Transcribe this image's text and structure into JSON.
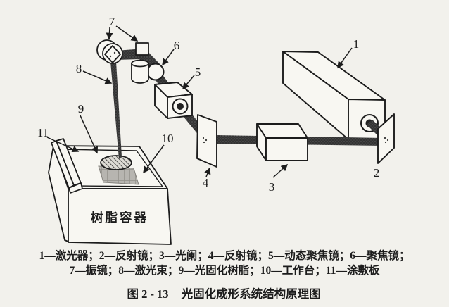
{
  "figure": {
    "type": "book-scan-schematic",
    "labels": {
      "l1": "1",
      "l2": "2",
      "l3": "3",
      "l4": "4",
      "l5": "5",
      "l6": "6",
      "l7": "7",
      "l8": "8",
      "l9": "9",
      "l10": "10",
      "l11": "11"
    },
    "vat_text": "树脂容器",
    "parts": [
      {
        "num": "1",
        "name": "激光器"
      },
      {
        "num": "2",
        "name": "反射镜"
      },
      {
        "num": "3",
        "name": "光阑"
      },
      {
        "num": "4",
        "name": "反射镜"
      },
      {
        "num": "5",
        "name": "动态聚焦镜"
      },
      {
        "num": "6",
        "name": "聚焦镜"
      },
      {
        "num": "7",
        "name": "振镜"
      },
      {
        "num": "8",
        "name": "激光束"
      },
      {
        "num": "9",
        "name": "光固化树脂"
      },
      {
        "num": "10",
        "name": "工作台"
      },
      {
        "num": "11",
        "name": "涂敷板"
      }
    ],
    "legend_line1": "1—激光器；2—反射镜；3—光阑；4—反射镜；5—动态聚焦镜；6—聚焦镜；",
    "legend_line2": "7—振镜；8—激光束；9—光固化树脂；10—工作台；11—涂敷板",
    "caption_number": "图 2 - 13",
    "caption_title": "光固化成形系统结构原理图",
    "colors": {
      "ink": "#1c1c1c",
      "paper": "#f2f1ec",
      "face": "#f8f7f2",
      "beam": "#333333",
      "platform_gray": "#b7b5b0"
    }
  }
}
